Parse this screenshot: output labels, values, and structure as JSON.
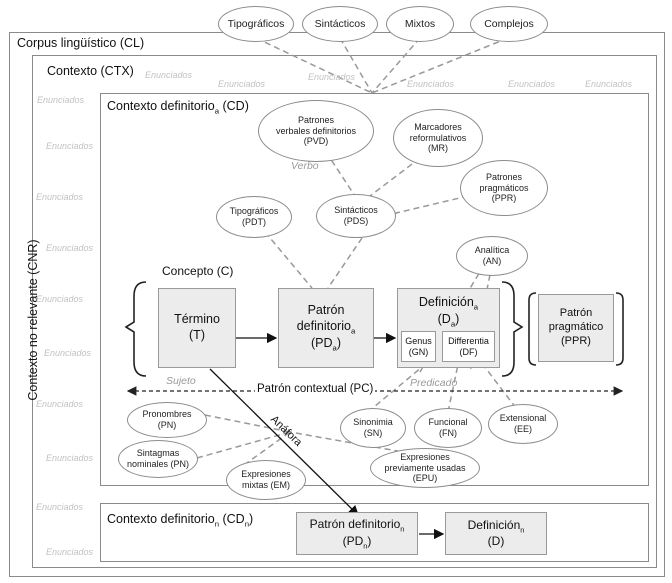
{
  "outer": {
    "title": "Corpus lingüístico (CL)",
    "vertical_label": "Contexto no relevante (CNR)"
  },
  "top_types": [
    "Tipográficos",
    "Sintácticos",
    "Mixtos",
    "Complejos"
  ],
  "ctx": {
    "title": "Contexto (CTX)"
  },
  "enunciados": "Enunciados",
  "cd": {
    "title_main": "Contexto definitorio",
    "title_sub": "a",
    "title_end": " (CD)"
  },
  "pvd": {
    "line1": "Patrones",
    "line2": "verbales definitorios",
    "line3": "(PVD)"
  },
  "mr": {
    "line1": "Marcadores",
    "line2": "reformulativos",
    "line3": "(MR)"
  },
  "ppr_ell": {
    "line1": "Patrones",
    "line2": "pragmáticos",
    "line3": "(PPR)"
  },
  "pdt": {
    "line1": "Tipográficos",
    "line2": "(PDT)"
  },
  "pds": {
    "line1": "Sintácticos",
    "line2": "(PDS)"
  },
  "verbo": "Verbo",
  "an": {
    "line1": "Analítica",
    "line2": "(AN)"
  },
  "concepto": "Concepto (C)",
  "termino": {
    "line1": "Término",
    "line2": "(T)"
  },
  "patron": {
    "line1": "Patrón",
    "line2_main": "definitorio",
    "line2_sub": "a",
    "line3_main": "(PD",
    "line3_sub": "a",
    "line3_end": ")"
  },
  "definicion": {
    "line1_main": "Definición",
    "line1_sub": "a",
    "line2_main": "(D",
    "line2_sub": "a",
    "line2_end": ")"
  },
  "genus": {
    "line1": "Genus",
    "line2": "(GN)"
  },
  "differentia": {
    "line1": "Differentia",
    "line2": "(DF)"
  },
  "pragmatico": {
    "line1": "Patrón",
    "line2": "pragmático",
    "line3": "(PPR)"
  },
  "sujeto": "Sujeto",
  "predicado": "Predicado",
  "pc": "Patrón contextual (PC)",
  "anafora": "Anáfora",
  "sn": {
    "line1": "Sinonimia",
    "line2": "(SN)"
  },
  "fn": {
    "line1": "Funcional",
    "line2": "(FN)"
  },
  "ee": {
    "line1": "Extensional",
    "line2": "(EE)"
  },
  "pron": {
    "line1": "Pronombres",
    "line2": "(PN)"
  },
  "sintag": {
    "line1": "Sintagmas",
    "line2": "nominales (PN)"
  },
  "em": {
    "line1": "Expresiones",
    "line2": "mixtas (EM)"
  },
  "epu": {
    "line1": "Expresiones",
    "line2": "previamente usadas",
    "line3": "(EPU)"
  },
  "cdn": {
    "title_main": "Contexto definitorio",
    "title_sub": "n",
    "title_mid": " (CD",
    "title_sub2": "n",
    "title_end": ")"
  },
  "pdn": {
    "line1_main": "Patrón  definitorio",
    "line1_sub": "n",
    "line2_main": "(PD",
    "line2_sub": "n",
    "line2_end": ")"
  },
  "dn": {
    "line1_main": "Definición",
    "line1_sub": "n",
    "line2": "(D)"
  }
}
